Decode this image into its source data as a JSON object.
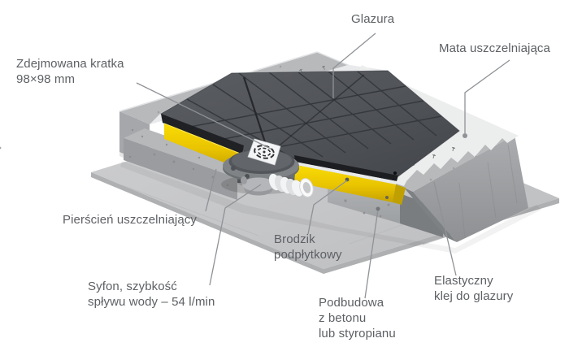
{
  "diagram": {
    "background": "#ffffff",
    "labels": {
      "grate": {
        "lines": [
          "Zdejmowana kratka",
          "98×98 mm"
        ]
      },
      "tiles": {
        "lines": [
          "Glazura"
        ]
      },
      "mat": {
        "lines": [
          "Mata uszczelniająca"
        ]
      },
      "ring": {
        "lines": [
          "Pierścień uszczelniający"
        ]
      },
      "siphon": {
        "lines": [
          "Syfon, szybkość",
          "spływu wody – 54 l/min"
        ]
      },
      "tray": {
        "lines": [
          "Brodzik",
          "podpłytkowy"
        ]
      },
      "foundation": {
        "lines": [
          "Podbudowa",
          "z betonu",
          "lub styropianu"
        ]
      },
      "adhesive": {
        "lines": [
          "Elastyczny",
          "klej do glazury"
        ]
      }
    },
    "colors": {
      "tray_yellow": "#f2cf00",
      "tile_gray": "#4e5156",
      "concrete_gray": "#b7b9bb",
      "mat_white": "#eceded",
      "label_text": "#5d6064",
      "leader_line": "#8f9296"
    }
  }
}
